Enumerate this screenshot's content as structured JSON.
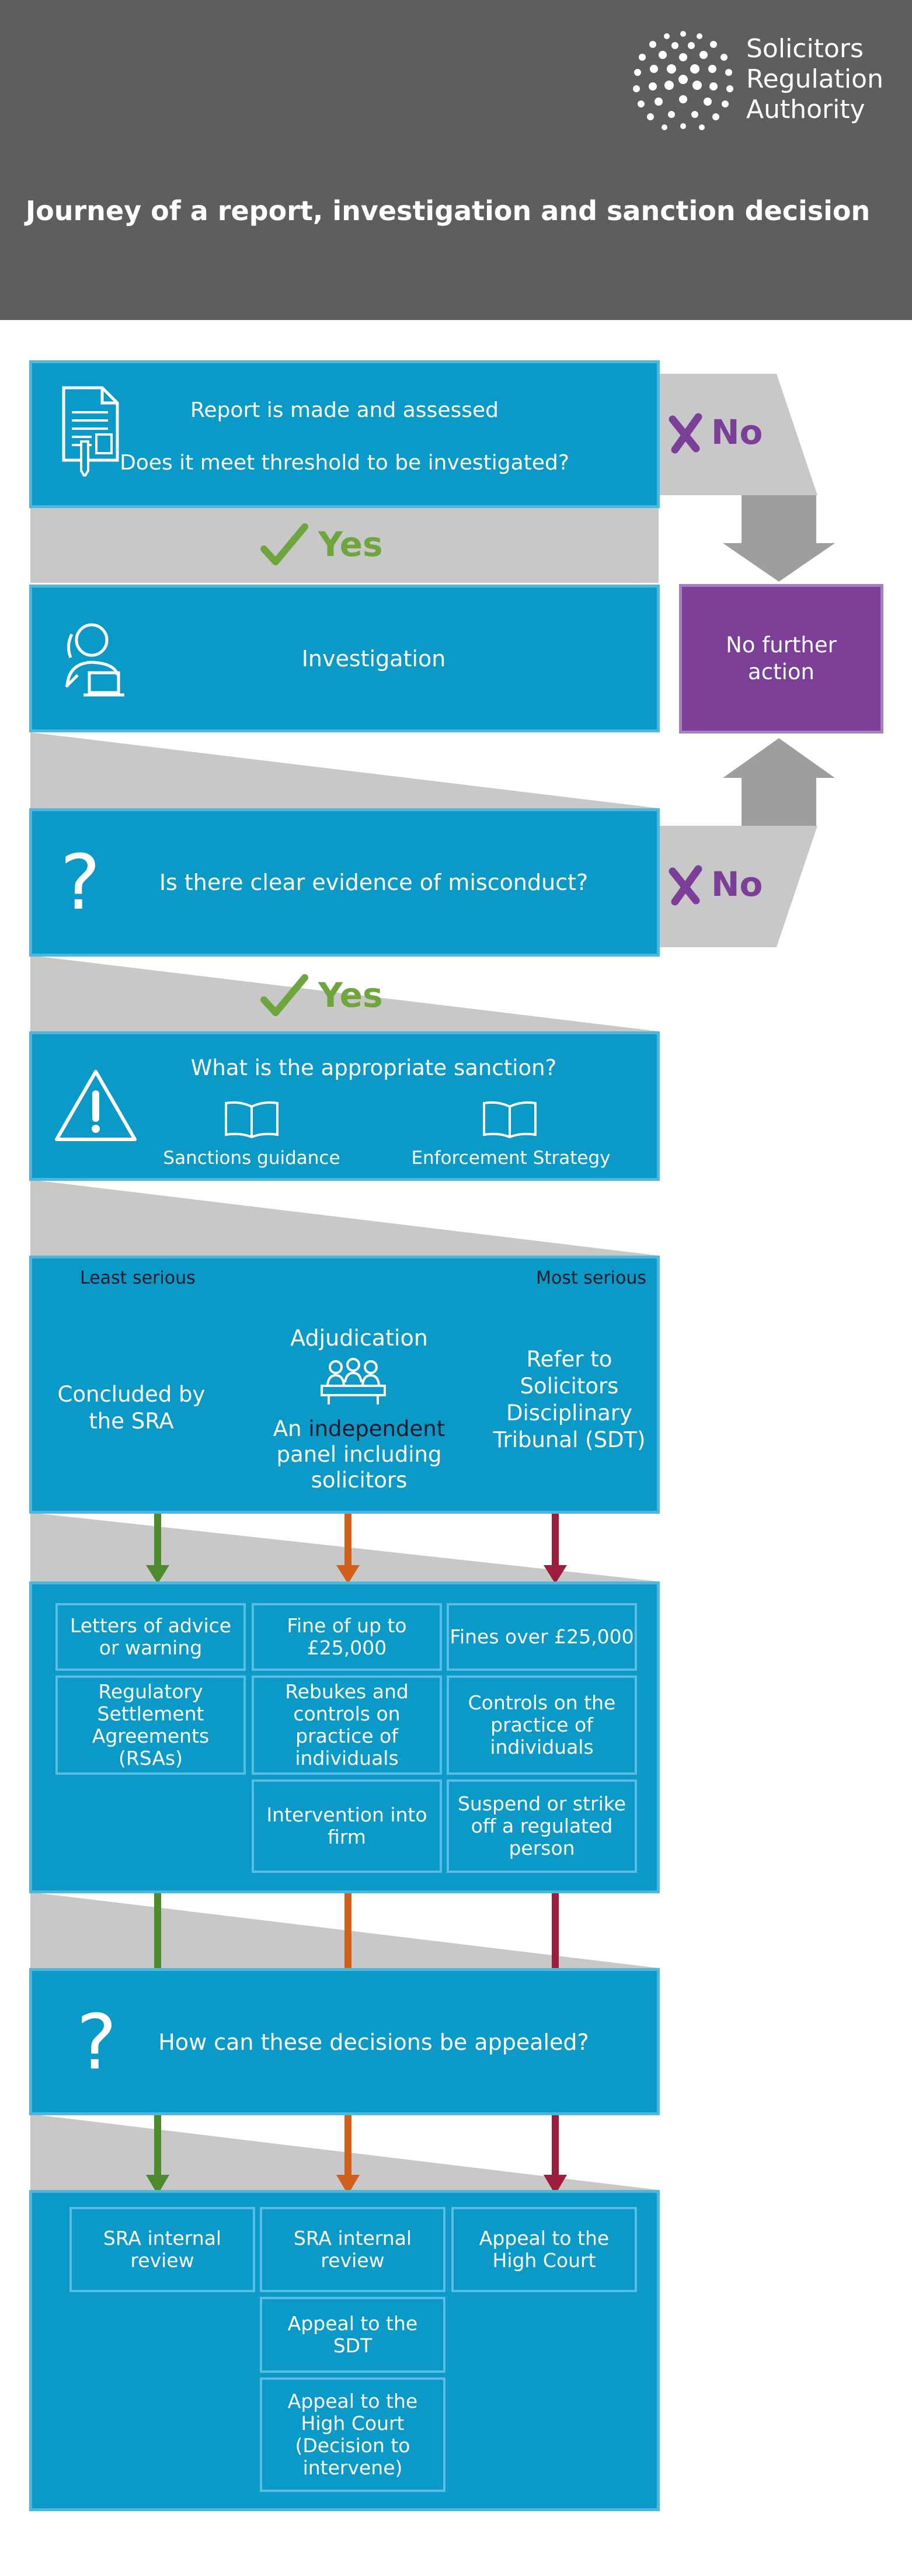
{
  "header": {
    "logo_lines": [
      "Solicitors",
      "Regulation",
      "Authority"
    ],
    "title": "Journey of a report, investigation and sanction decision"
  },
  "steps": {
    "report": {
      "line1": "Report is made and assessed",
      "line2": "Does it meet threshold to be investigated?",
      "icon": "document-icon"
    },
    "no1": "No",
    "yes1": "Yes",
    "investigation": {
      "label": "Investigation",
      "icon": "person-laptop-icon"
    },
    "no_further_action": "No further action",
    "evidence": {
      "label": "Is there clear evidence of misconduct?",
      "icon": "question-icon"
    },
    "no2": "No",
    "yes2": "Yes",
    "sanction": {
      "label": "What is the appropriate sanction?",
      "guidance": "Sanctions guidance",
      "strategy": "Enforcement Strategy",
      "icon": "warning-icon"
    }
  },
  "scale": {
    "least": "Least serious",
    "most": "Most serious",
    "col1": "Concluded by the SRA",
    "adjudication": "Adjudication",
    "col2_prefix": "An",
    "col2_highlight": "independent",
    "col2_rest": "panel including solicitors",
    "col3": "Refer to Solicitors Disciplinary Tribunal (SDT)"
  },
  "outcomes": {
    "col1": [
      "Letters of advice or warning",
      "Regulatory Settlement Agreements (RSAs)"
    ],
    "col2": [
      "Fine of up to £25,000",
      "Rebukes and controls on practice of individuals",
      "Intervention into firm"
    ],
    "col3": [
      "Fines over £25,000",
      "Controls on the practice of individuals",
      "Suspend or strike off a regulated person"
    ]
  },
  "appeal": {
    "label": "How can these decisions be appealed?",
    "icon": "question-icon"
  },
  "appeals": {
    "col1": [
      "SRA internal review"
    ],
    "col2": [
      "SRA internal review",
      "Appeal to the SDT",
      "Appeal to the High Court (Decision to intervene)"
    ],
    "col3": [
      "Appeal to the High Court"
    ]
  },
  "colors": {
    "header": "#5e5e5d",
    "box": "#0b9ac8",
    "purple": "#7b3f98",
    "green": "#4d8a2e",
    "orange": "#d0601c",
    "red": "#9c1d3c",
    "grey": "#c8c8c8"
  }
}
